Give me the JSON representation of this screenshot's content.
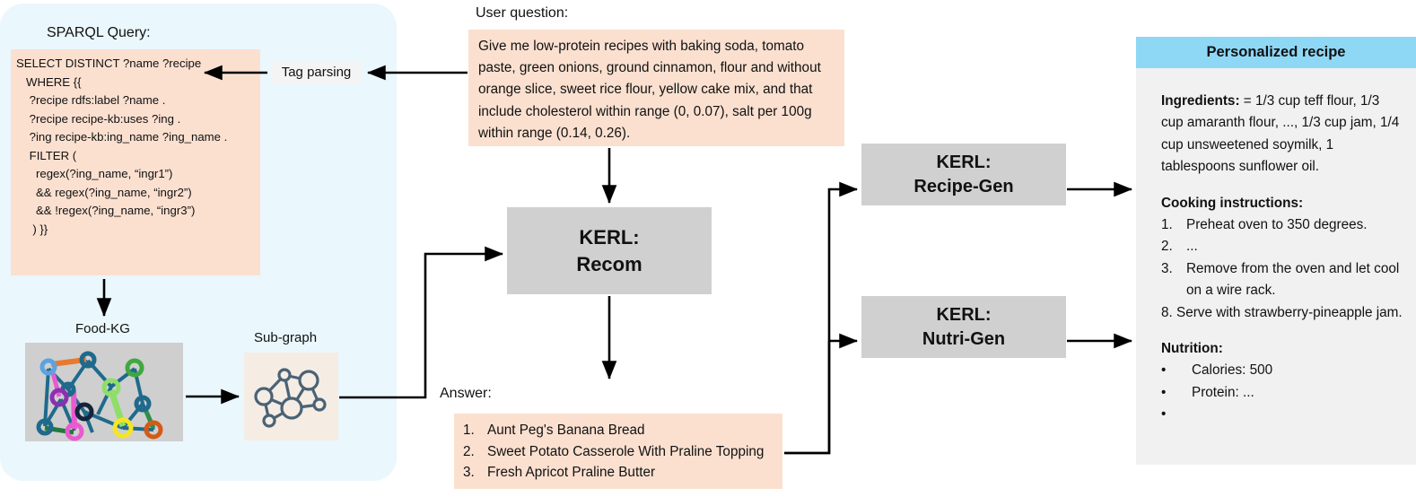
{
  "panels": {
    "kg_panel_name": "knowledge-graph-panel",
    "colors": {
      "peach": "#fbe0d0",
      "light_blue_panel": "#eaf7fd",
      "header_blue": "#8fd8f5",
      "gray_box": "#d0d0d0",
      "cream": "#f5ece4",
      "recipe_body": "#f1f1f1"
    }
  },
  "sparql": {
    "title": "SPARQL Query:",
    "code": "SELECT DISTINCT ?name ?recipe\n   WHERE {{\n    ?recipe rdfs:label ?name .\n    ?recipe recipe-kb:uses ?ing .\n    ?ing recipe-kb:ing_name ?ing_name .\n    FILTER (\n      regex(?ing_name, “ingr1”)\n      && regex(?ing_name, “ingr2”)\n      && !regex(?ing_name, “ingr3”)\n     ) }}"
  },
  "tag_parsing": {
    "label": "Tag parsing"
  },
  "food_kg": {
    "title": "Food-KG"
  },
  "sub_graph": {
    "title": "Sub-graph"
  },
  "user_question": {
    "title": "User question:",
    "text": "Give me low-protein recipes with baking soda, tomato paste, green onions, ground cinnamon, flour and without orange slice, sweet rice flour, yellow cake mix, and that include cholesterol within range (0, 0.07), salt per 100g within range (0.14, 0.26)."
  },
  "modules": {
    "recom": {
      "line1": "KERL:",
      "line2": "Recom"
    },
    "recipe_gen": {
      "line1": "KERL:",
      "line2": "Recipe-Gen"
    },
    "nutri_gen": {
      "line1": "KERL:",
      "line2": "Nutri-Gen"
    }
  },
  "answer": {
    "title": "Answer:",
    "items": [
      {
        "num": "1.",
        "text": "Aunt Peg's Banana Bread"
      },
      {
        "num": "2.",
        "text": "Sweet Potato Casserole With Praline Topping"
      },
      {
        "num": "3.",
        "text": "Fresh Apricot Praline Butter"
      }
    ]
  },
  "personalized_recipe": {
    "header": "Personalized recipe",
    "ingredients_label": "Ingredients:",
    "ingredients_text": " = 1/3 cup teff flour, 1/3 cup amaranth flour, ..., 1/3 cup jam, 1/4 cup unsweetened soymilk, 1 tablespoons sunflower oil.",
    "cooking_label": "Cooking instructions:",
    "steps": [
      {
        "num": "1.",
        "text": "Preheat oven to 350 degrees."
      },
      {
        "num": "2.",
        "text": "..."
      },
      {
        "num": "3.",
        "text": "Remove from the oven and let cool on a wire rack."
      }
    ],
    "final_step": "8. Serve with strawberry-pineapple jam.",
    "nutrition_label": "Nutrition:",
    "nutrition": [
      {
        "bullet": "•",
        "text": "Calories: 500"
      },
      {
        "bullet": "•",
        "text": "Protein: ..."
      },
      {
        "bullet": "•",
        "text": ""
      }
    ]
  }
}
